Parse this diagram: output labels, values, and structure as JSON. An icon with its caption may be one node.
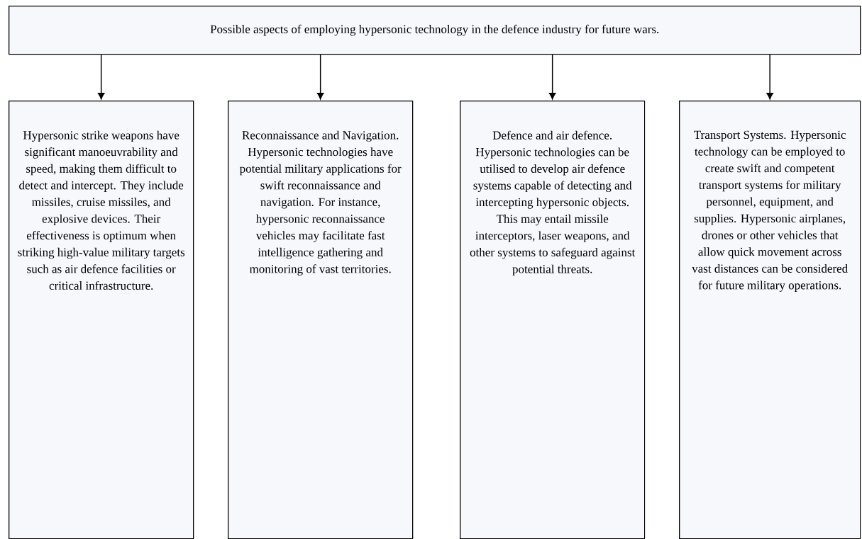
{
  "diagram": {
    "nodes": [
      {
        "text": [
          "Possible aspects of employing hypersonic technology in the defence industry for future wars."
        ]
      },
      {
        "text": [
          "Hypersonic strike weapons have significant manoeuvrability and speed, making them difficult to detect and intercept. They include missiles, cruise missiles, and explosive devices. Their effectiveness is optimum when striking high-value military targets such as air defence facilities or critical infrastructure."
        ]
      },
      {
        "text": [
          "Reconnaissance and Navigation. Hypersonic technologies have potential military applications for swift reconnaissance and navigation. For instance, hypersonic reconnaissance vehicles may facilitate fast intelligence gathering and monitoring of vast territories."
        ]
      },
      {
        "text": [
          "Defence and air defence. Hypersonic technologies can be utilised to develop air defence systems capable of detecting and intercepting hypersonic objects. This may entail missile interceptors, laser weapons, and other systems to safeguard against potential threats."
        ]
      },
      {
        "text": [
          "Transport Systems. Hypersonic technology can be employed to create swift and competent transport systems for military personnel, equipment, and supplies. Hypersonic airplanes, drones or other vehicles that allow quick movement across vast distances can be considered for future military operations."
        ]
      }
    ],
    "edges": [
      {
        "from": 0,
        "to": 1,
        "arrow": "to"
      },
      {
        "from": 0,
        "to": 2,
        "arrow": "to"
      },
      {
        "from": 0,
        "to": 3,
        "arrow": "to"
      },
      {
        "from": 0,
        "to": 4,
        "arrow": "to"
      }
    ]
  }
}
